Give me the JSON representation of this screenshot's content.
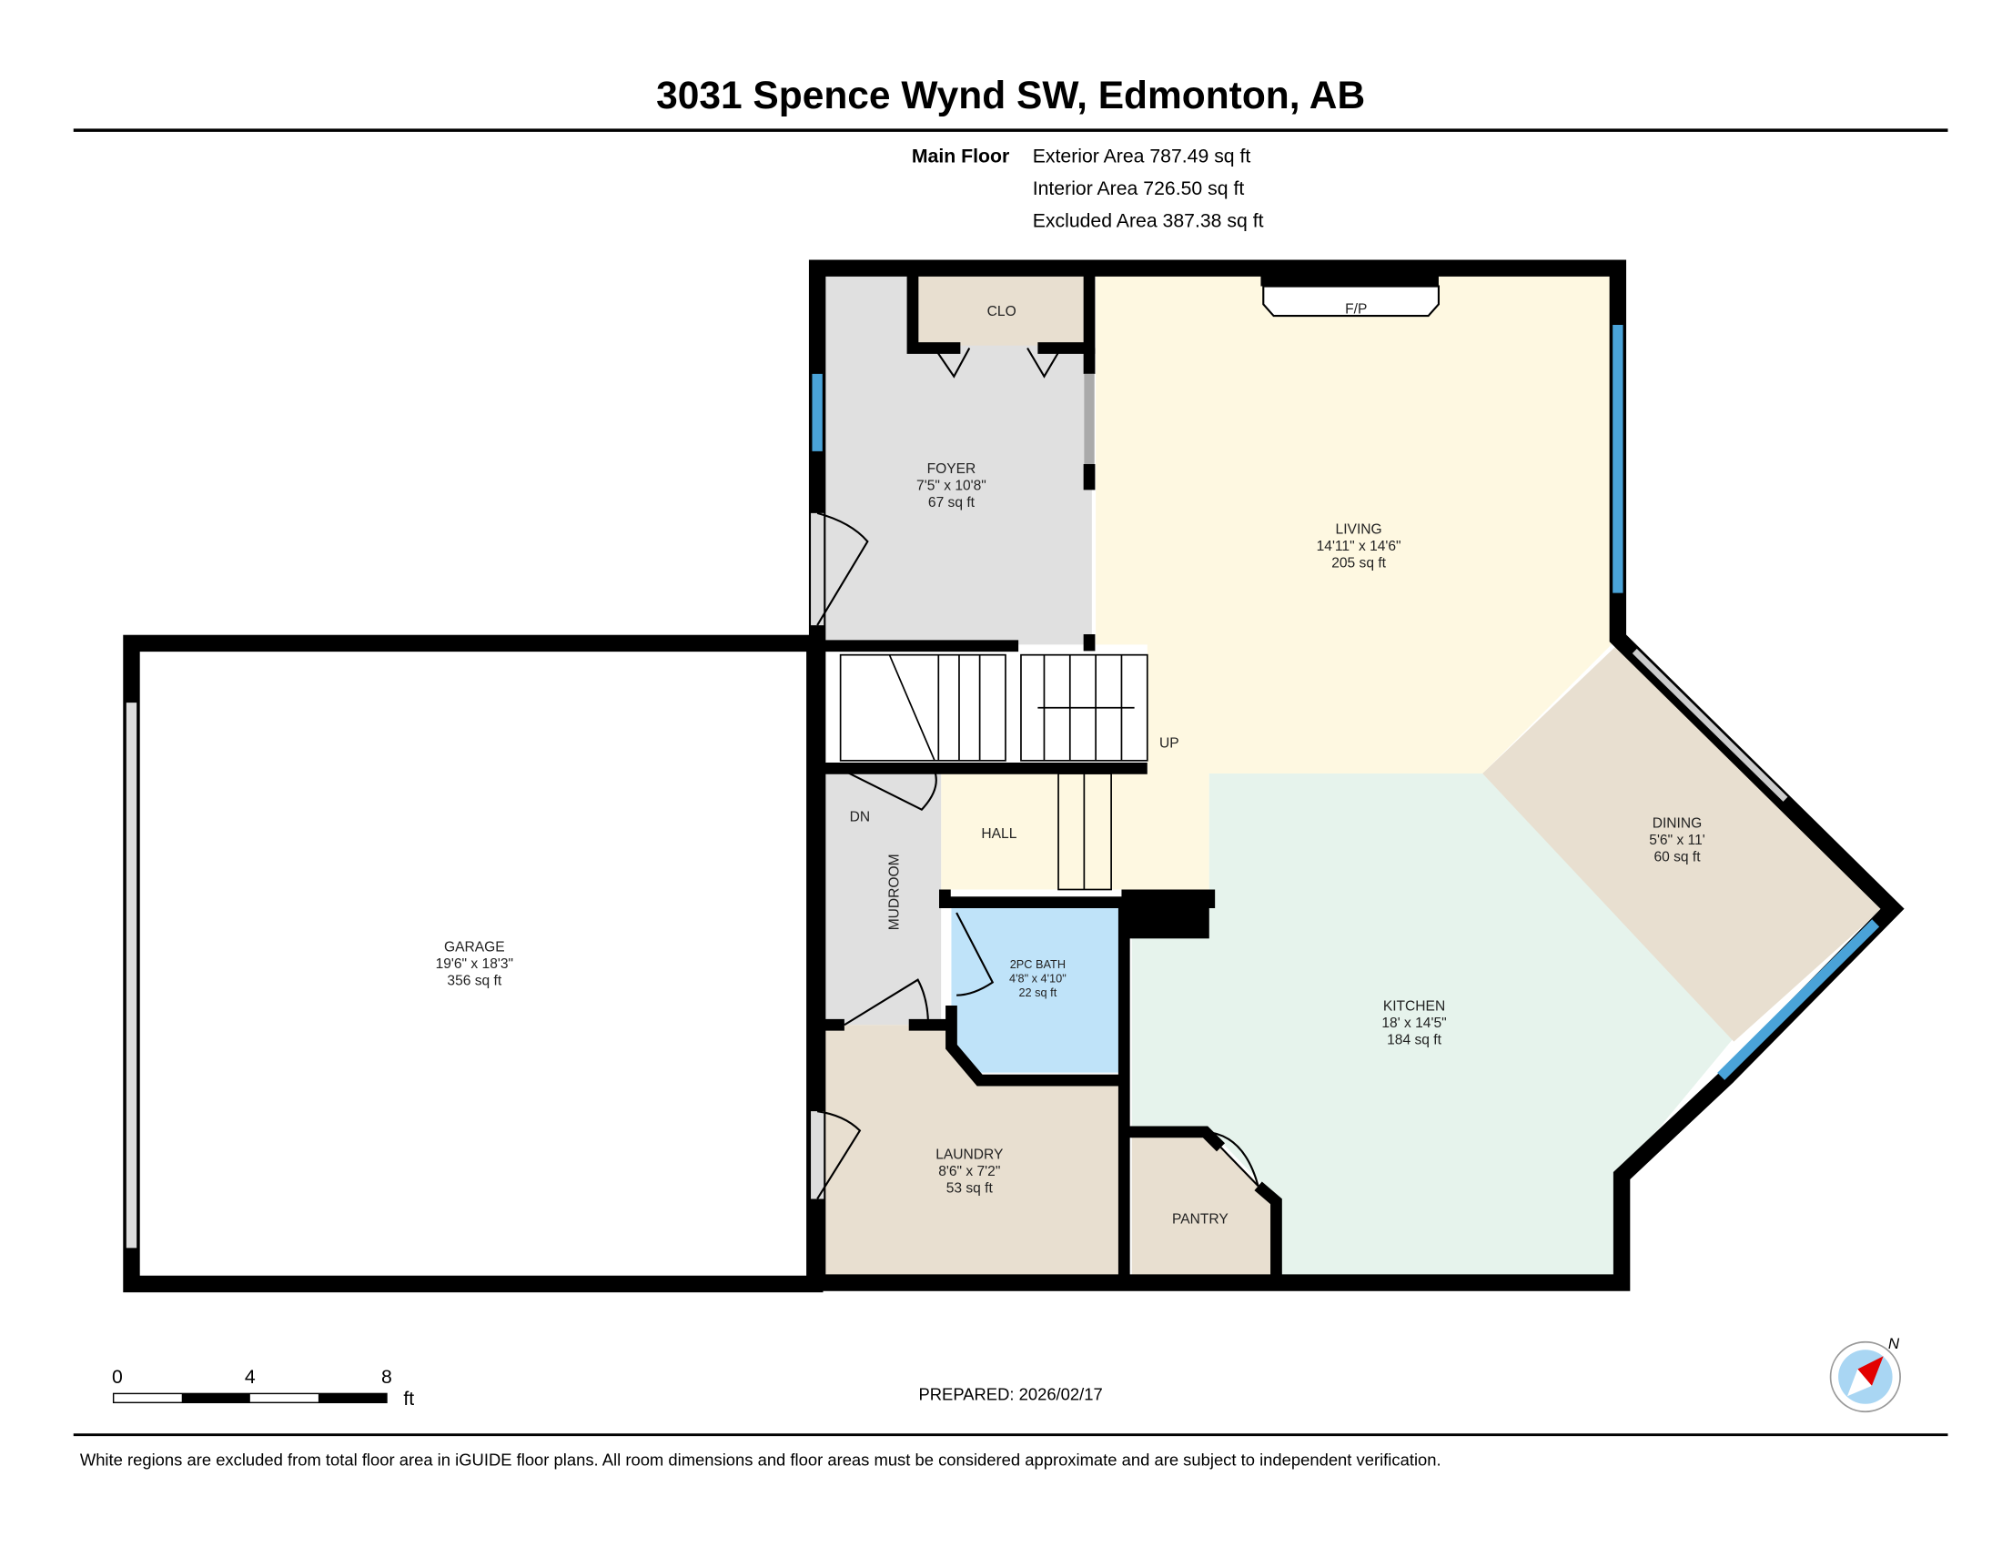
{
  "header": {
    "title": "3031 Spence Wynd SW, Edmonton, AB"
  },
  "summary": {
    "floor": "Main Floor",
    "exterior": "Exterior Area 787.49 sq ft",
    "interior": "Interior Area 726.50 sq ft",
    "excluded": "Excluded Area 387.38 sq ft"
  },
  "rooms": {
    "foyer": {
      "name": "FOYER",
      "dims": "7'5\" x 10'8\"",
      "area": "67 sq ft"
    },
    "clo": {
      "name": "CLO"
    },
    "fp": {
      "name": "F/P"
    },
    "living": {
      "name": "LIVING",
      "dims": "14'11\" x 14'6\"",
      "area": "205 sq ft"
    },
    "dining": {
      "name": "DINING",
      "dims": "5'6\" x 11'",
      "area": "60 sq ft"
    },
    "kitchen": {
      "name": "KITCHEN",
      "dims": "18' x 14'5\"",
      "area": "184 sq ft"
    },
    "garage": {
      "name": "GARAGE",
      "dims": "19'6\" x 18'3\"",
      "area": "356 sq ft"
    },
    "bath": {
      "name": "2PC BATH",
      "dims": "4'8\" x 4'10\"",
      "area": "22 sq ft"
    },
    "laundry": {
      "name": "LAUNDRY",
      "dims": "8'6\" x 7'2\"",
      "area": "53 sq ft"
    },
    "pantry": {
      "name": "PANTRY"
    },
    "hall": {
      "name": "HALL"
    },
    "mudroom": {
      "name": "MUDROOM"
    },
    "up": "UP",
    "dn": "DN"
  },
  "colors": {
    "foyer": "#e0e0e0",
    "living": "#fef8e1",
    "kitchen": "#e6f3ec",
    "dining": "#e8dfd0",
    "bath": "#bfe3f9",
    "window": "#4aa3d8"
  },
  "scale": {
    "ticks": [
      "0",
      "4",
      "8"
    ],
    "unit": "ft"
  },
  "prepared": "PREPARED: 2026/02/17",
  "compass": {
    "label": "N",
    "icon": "compass-icon"
  },
  "footer": {
    "note": "White regions are excluded from total floor area in iGUIDE floor plans. All room dimensions and floor areas must be considered approximate and are subject to independent verification."
  }
}
